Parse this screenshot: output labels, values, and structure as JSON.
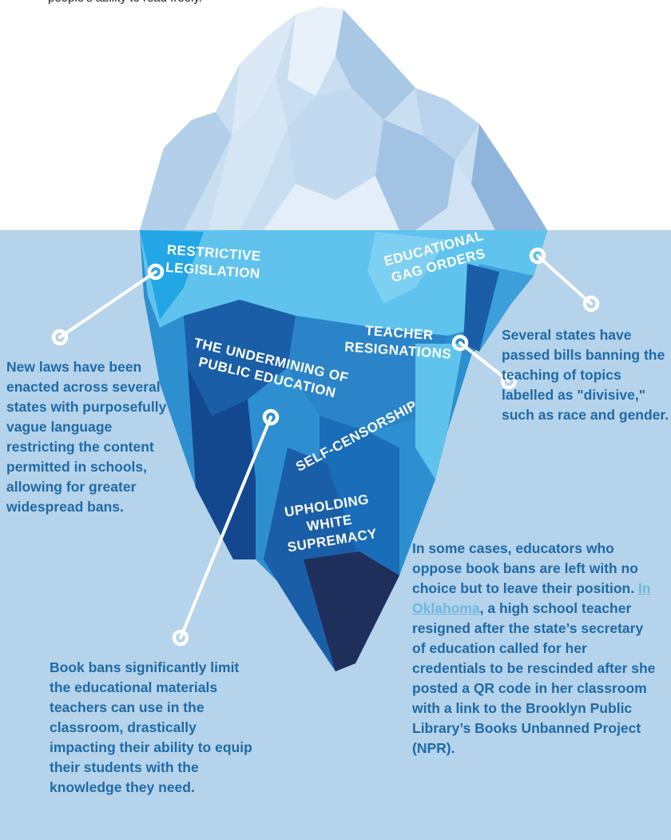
{
  "intro_tail": "people’s ability to read freely.",
  "layers": {
    "restrictive": [
      "RESTRICTIVE",
      "LEGISLATION"
    ],
    "gag_orders": [
      "EDUCATIONAL",
      "GAG ORDERS"
    ],
    "resignations": [
      "TEACHER",
      "RESIGNATIONS"
    ],
    "undermining": [
      "THE UNDERMINING OF",
      "PUBLIC EDUCATION"
    ],
    "self_censorship": "SELF-CENSORSHIP",
    "white_supremacy": [
      "UPHOLDING",
      "WHITE",
      "SUPREMACY"
    ]
  },
  "callouts": {
    "laws": "New laws have been enacted across several states with purposefully vague language restricting the content permitted in schools, allowing for greater widespread bans.",
    "gag": "Several states have passed bills banning the teaching of topics labelled as \"divisive,\" such as race and gender.",
    "materials": "Book bans significantly limit the educational materials teachers can use in the classroom, drastically impacting their ability to equip their students with the knowledge they need.",
    "resign_before": "In some cases, educators who oppose book bans are left with no choice but to leave their position. ",
    "resign_link": "In Oklahoma",
    "resign_after": ", a high school teacher resigned after the state’s secretary of education called for her credentials to be rescinded after she posted a QR code in her classroom with a link to the Brooklyn Public Library’s Books Unbanned Project (NPR)."
  },
  "colors": {
    "water": "#b5d3ea",
    "callout_text": "#1e6aa7",
    "link": "#6db9e1",
    "ice_light": "#c9def0",
    "layer_cyan": "#5fc3ee",
    "layer_mid": "#2e8fd0",
    "layer_deep": "#1a5ea8",
    "layer_navy": "#1f2f5c"
  }
}
